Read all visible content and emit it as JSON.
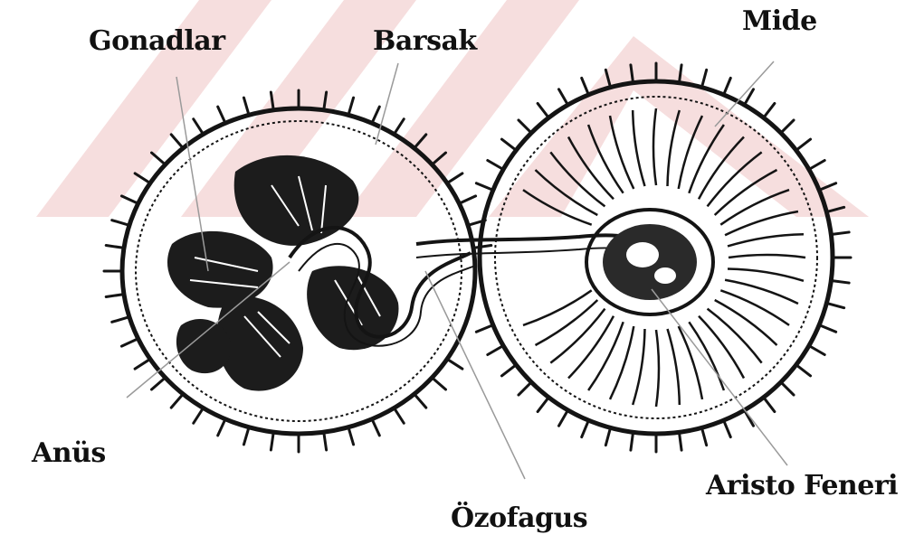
{
  "diagram": {
    "labels": {
      "gonadlar": "Gonadlar",
      "barsak": "Barsak",
      "mide": "Mide",
      "anus": "Anüs",
      "ozofagus": "Özofagus",
      "aristo": "Aristo Feneri"
    },
    "colors": {
      "ink": "#141414",
      "paper": "#ffffff",
      "watermark": "#f6dede",
      "pointer": "#9a9a9a"
    }
  }
}
